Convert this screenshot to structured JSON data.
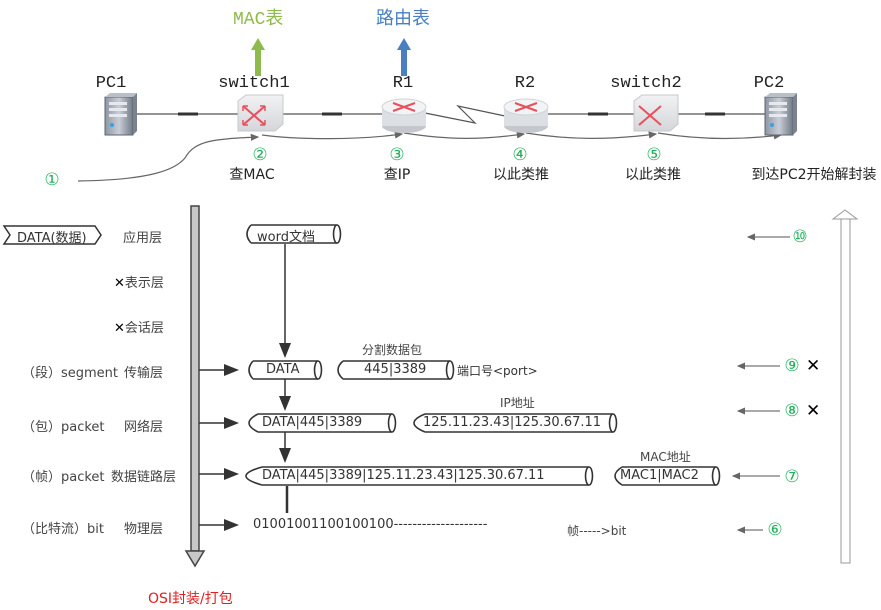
{
  "top": {
    "mac_table_label": "MAC表",
    "routing_table_label": "路由表",
    "colors": {
      "mac_table": "#8fba4c",
      "routing_table": "#4a7fc1",
      "step_green": "#1fb25a",
      "footer_red": "#e02020"
    }
  },
  "devices": [
    {
      "name": "PC1",
      "icon": "server-icon"
    },
    {
      "name": "switch1",
      "icon": "switch-icon"
    },
    {
      "name": "R1",
      "icon": "router-icon"
    },
    {
      "name": "R2",
      "icon": "router-icon"
    },
    {
      "name": "switch2",
      "icon": "switch-icon"
    },
    {
      "name": "PC2",
      "icon": "server-icon"
    }
  ],
  "steps": [
    {
      "num": "①",
      "text": ""
    },
    {
      "num": "②",
      "text": "查MAC"
    },
    {
      "num": "③",
      "text": "查IP"
    },
    {
      "num": "④",
      "text": "以此类推"
    },
    {
      "num": "⑤",
      "text": "以此类推"
    },
    {
      "num": "",
      "text": "到达PC2开始解封装"
    }
  ],
  "osi": {
    "data_tag": "DATA(数据)",
    "layers": [
      {
        "unit": "",
        "name": "应用层",
        "crossed": false
      },
      {
        "unit": "",
        "name": "表示层",
        "crossed": true
      },
      {
        "unit": "",
        "name": "会话层",
        "crossed": true
      },
      {
        "unit": "（段）segment",
        "name": "传输层",
        "crossed": false
      },
      {
        "unit": "（包）packet",
        "name": "网络层",
        "crossed": false
      },
      {
        "unit": "（帧）packet",
        "name": "数据链路层",
        "crossed": false
      },
      {
        "unit": "（比特流）bit",
        "name": "物理层",
        "crossed": false
      }
    ],
    "cross_mark": "✕",
    "footer": "OSI封装/打包"
  },
  "encap": {
    "app_data": "word文档",
    "transport_data": "DATA",
    "transport_header_caption": "分割数据包",
    "transport_header": "445|3389",
    "port_note": "端口号<port>",
    "network_header_caption": "IP地址",
    "network_data": "DATA|445|3389",
    "network_header": "125.11.23.43|125.30.67.11",
    "link_data": "DATA|445|3389|125.11.23.43|125.30.67.11",
    "link_header_caption": "MAC地址",
    "link_header": "MAC1|MAC2",
    "bits": "01001001100100100--------------------",
    "frame_to_bit": "帧----->bit"
  },
  "decap": {
    "steps": [
      {
        "num": "⑩",
        "crossed": false
      },
      {
        "num": "⑨",
        "crossed": true
      },
      {
        "num": "⑧",
        "crossed": true
      },
      {
        "num": "⑦",
        "crossed": false
      },
      {
        "num": "⑥",
        "crossed": false
      }
    ]
  }
}
